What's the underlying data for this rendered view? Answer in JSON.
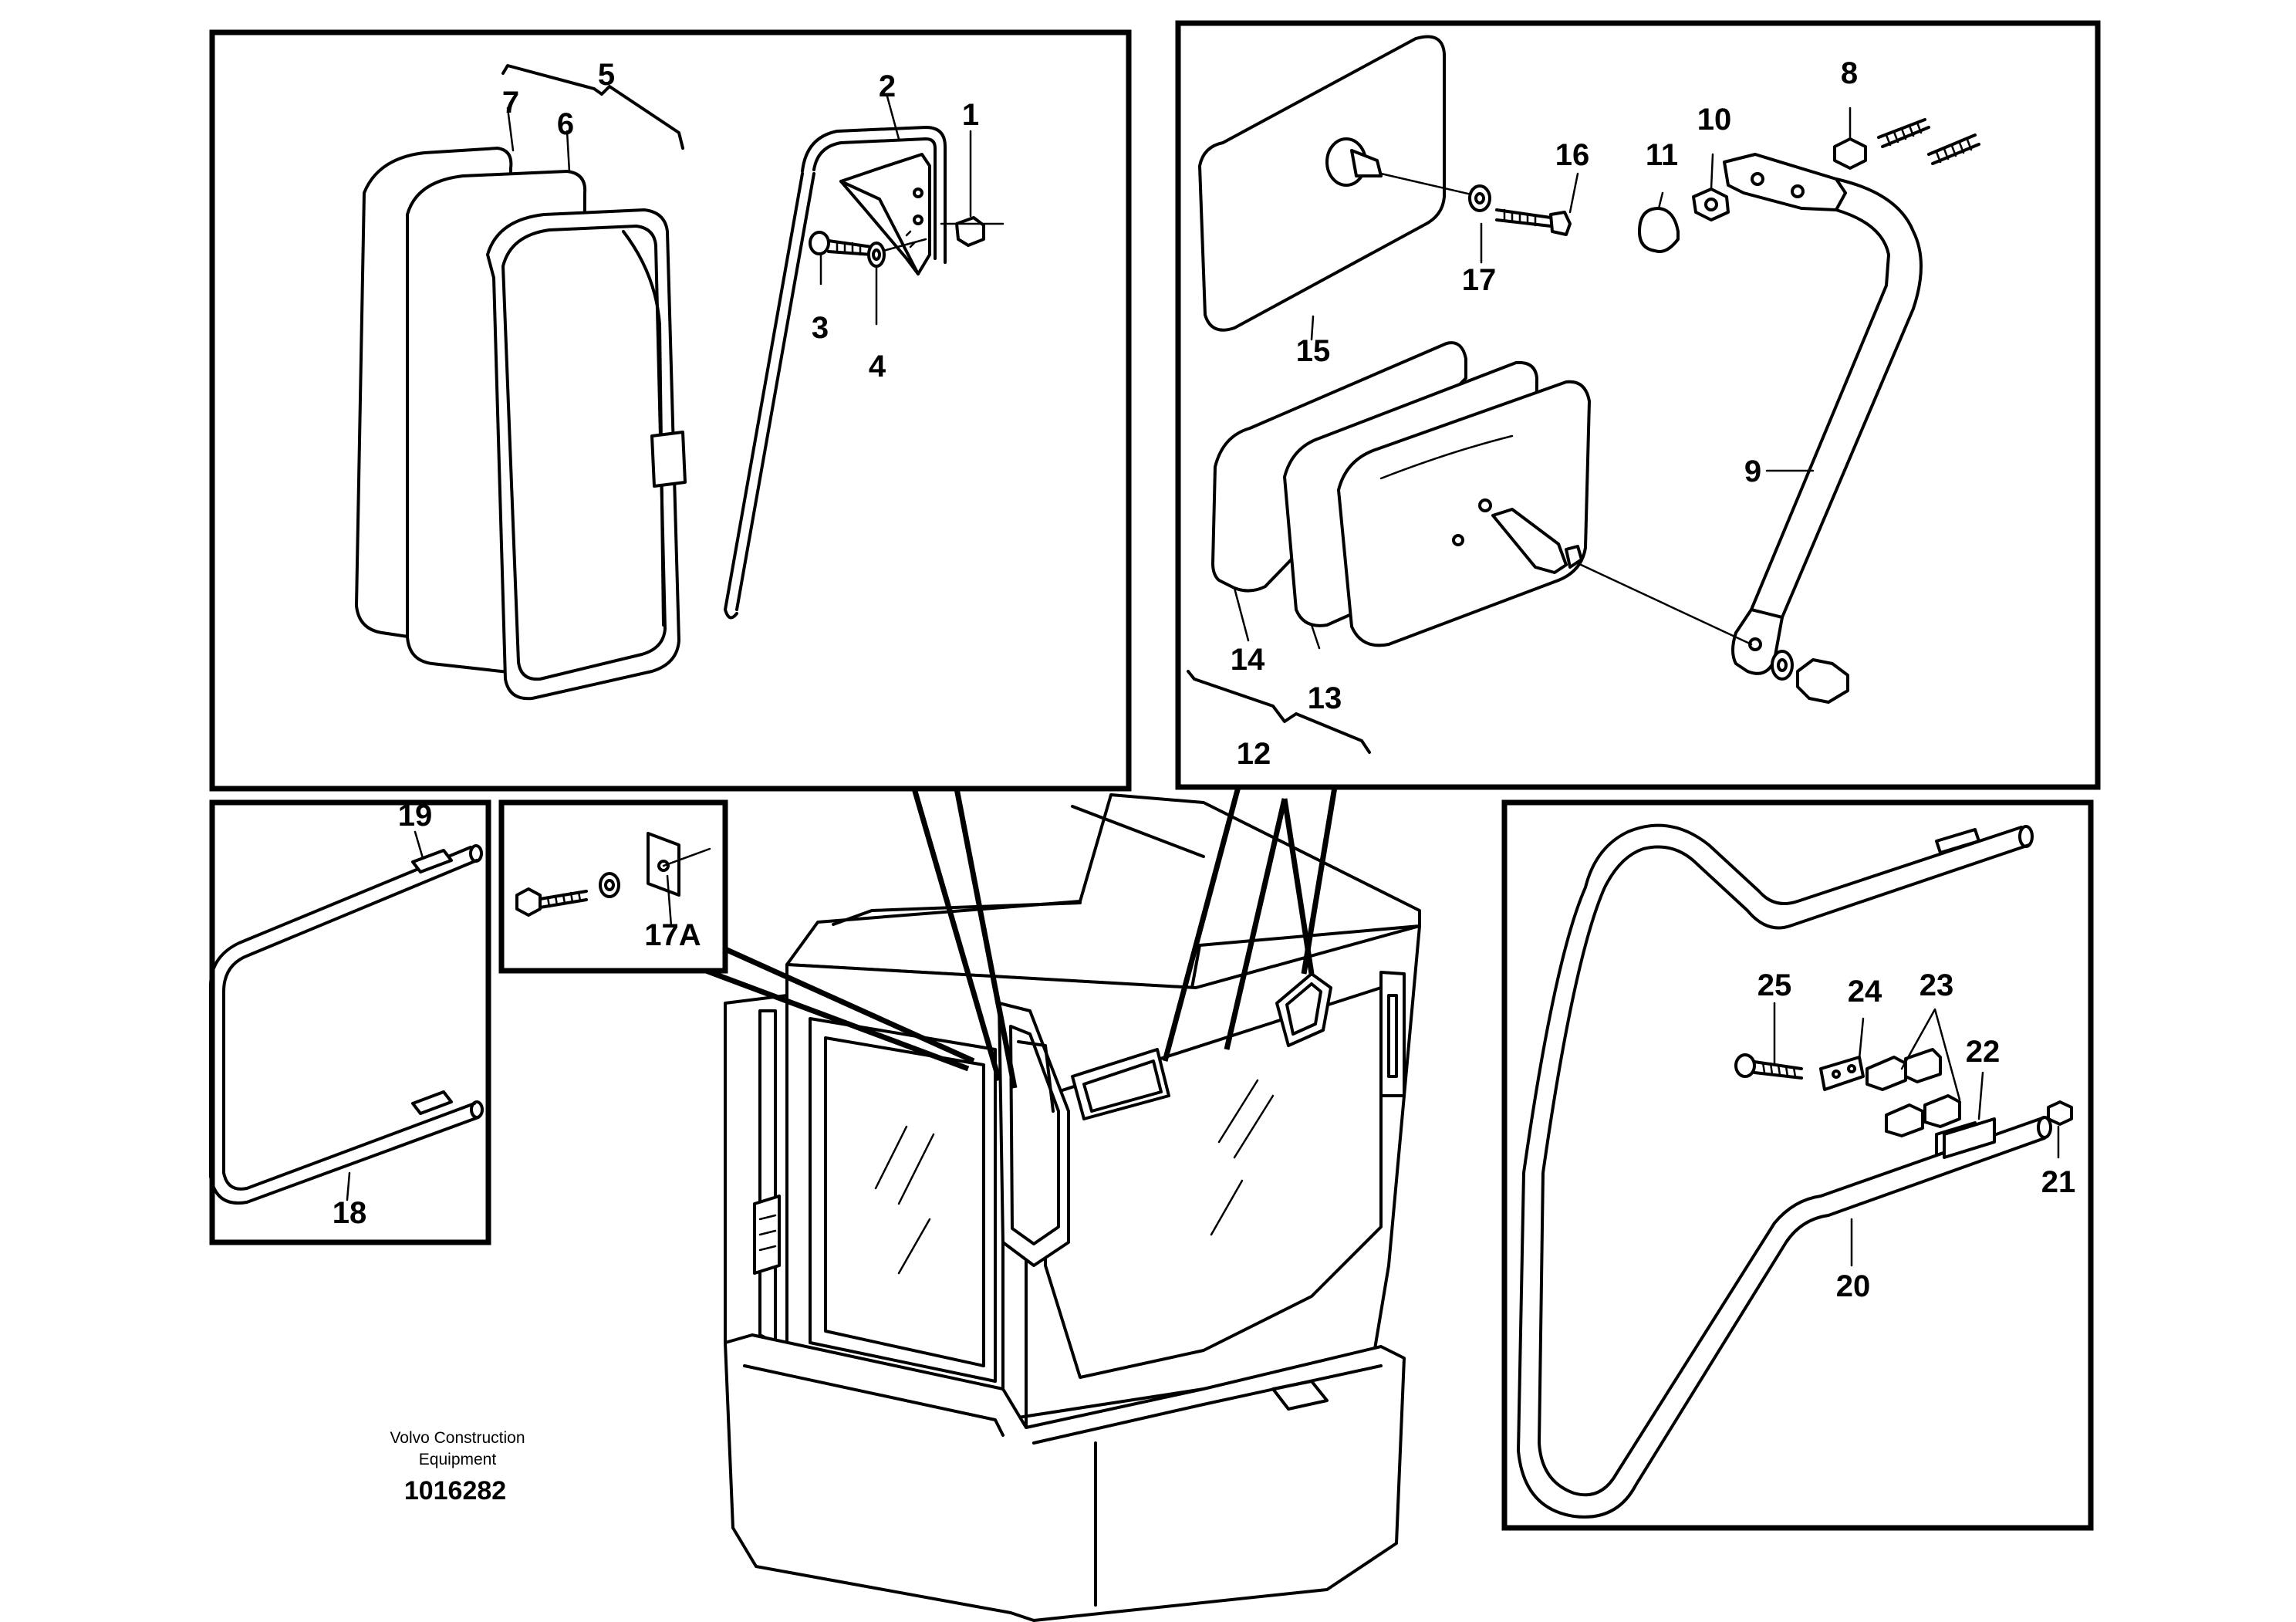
{
  "figure": {
    "publisher_line1": "Volvo Construction",
    "publisher_line2": "Equipment",
    "figure_number": "1016282"
  },
  "callouts": {
    "c1": "1",
    "c2": "2",
    "c3": "3",
    "c4": "4",
    "c5": "5",
    "c6": "6",
    "c7": "7",
    "c8": "8",
    "c9": "9",
    "c10": "10",
    "c11": "11",
    "c12": "12",
    "c13": "13",
    "c14": "14",
    "c15": "15",
    "c16": "16",
    "c17": "17",
    "c17a": "17A",
    "c18": "18",
    "c19": "19",
    "c20": "20",
    "c21": "21",
    "c22": "22",
    "c23": "23",
    "c24": "24",
    "c25": "25"
  }
}
